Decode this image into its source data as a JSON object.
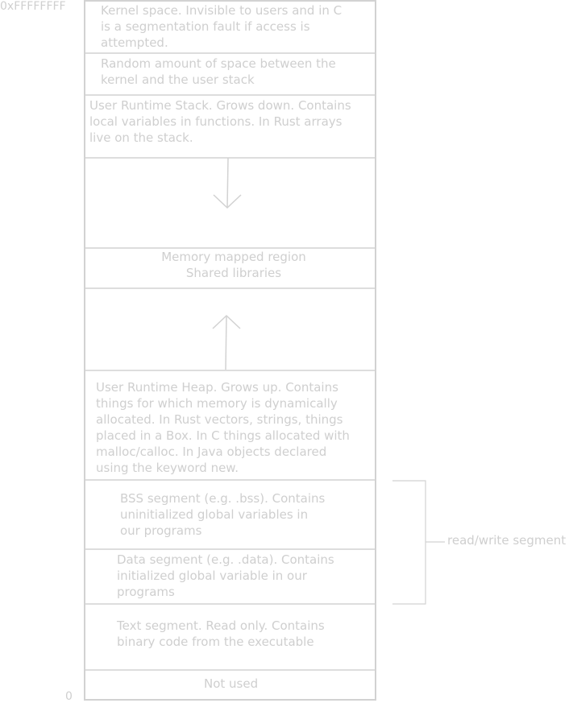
{
  "addresses": {
    "top": "0xFFFFFFFF",
    "bottom": "0"
  },
  "regions": {
    "kernel": "Kernel space. Invisible to users and in C\nis a segmentation fault if access is\nattempted.",
    "gap": "Random amount of space between the\nkernel and the user stack",
    "stack": "User Runtime Stack. Grows down. Contains\nlocal variables in functions. In Rust arrays\nlive on the stack.",
    "mmap": "Memory mapped region\nShared libraries",
    "heap": "User Runtime Heap. Grows up. Contains\nthings for which memory is dynamically\nallocated. In Rust vectors, strings, things\nplaced in a Box. In C things allocated with\nmalloc/calloc. In Java objects declared\nusing the keyword new.",
    "bss": "BSS segment (e.g.  .bss). Contains\nuninitialized global variables in\nour programs",
    "data": "Data segment (e.g.  .data). Contains\ninitialized global variable in our\nprograms",
    "text": "Text segment. Read only. Contains\nbinary code from the executable",
    "unused": "Not used"
  },
  "annotations": {
    "rw_segment": "read/write segment"
  },
  "colors": {
    "line": "#d2d2d2",
    "text": "#cfcfcf"
  }
}
